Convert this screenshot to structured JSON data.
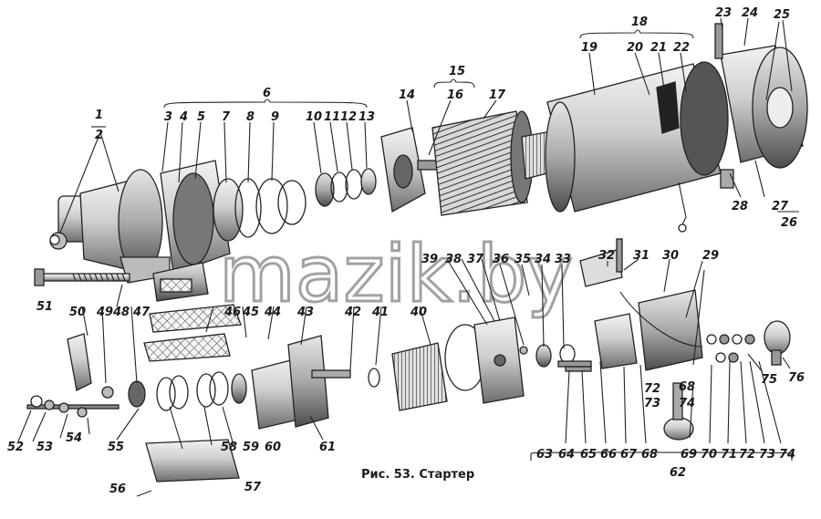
{
  "caption": "Рис. 53. Стартер",
  "watermark": "mazik.by",
  "colors": {
    "ink": "#222222",
    "paper": "#ffffff",
    "shade": "#8a8a8a"
  },
  "labels": {
    "l1": "1",
    "l2": "2",
    "l3": "3",
    "l4": "4",
    "l5": "5",
    "l6": "6",
    "l7": "7",
    "l8": "8",
    "l9": "9",
    "l10": "10",
    "l11": "11",
    "l12": "12",
    "l13": "13",
    "l14": "14",
    "l15": "15",
    "l16": "16",
    "l17": "17",
    "l18": "18",
    "l19": "19",
    "l20": "20",
    "l21": "21",
    "l22": "22",
    "l23": "23",
    "l24": "24",
    "l25": "25",
    "l26": "26",
    "l27": "27",
    "l28": "28",
    "l29": "29",
    "l30": "30",
    "l31": "31",
    "l32": "32",
    "l33": "33",
    "l34": "34",
    "l35": "35",
    "l36": "36",
    "l37": "37",
    "l38": "38",
    "l39": "39",
    "l40": "40",
    "l41": "41",
    "l42": "42",
    "l43": "43",
    "l44": "44",
    "l45": "45",
    "l46": "46",
    "l47": "47",
    "l48": "48",
    "l49": "49",
    "l50": "50",
    "l51": "51",
    "l52": "52",
    "l53": "53",
    "l54": "54",
    "l55": "55",
    "l56": "56",
    "l57": "57",
    "l58": "58",
    "l59": "59",
    "l60": "60",
    "l61": "61",
    "l62": "62",
    "l63": "63",
    "l64": "64",
    "l65": "65",
    "l66": "66",
    "l67": "67",
    "l68": "68",
    "l68b": "68",
    "l69": "69",
    "l70": "70",
    "l71": "71",
    "l72": "72",
    "l72b": "72",
    "l73": "73",
    "l73b": "73",
    "l74": "74",
    "l74b": "74",
    "l75": "75",
    "l76": "76"
  }
}
